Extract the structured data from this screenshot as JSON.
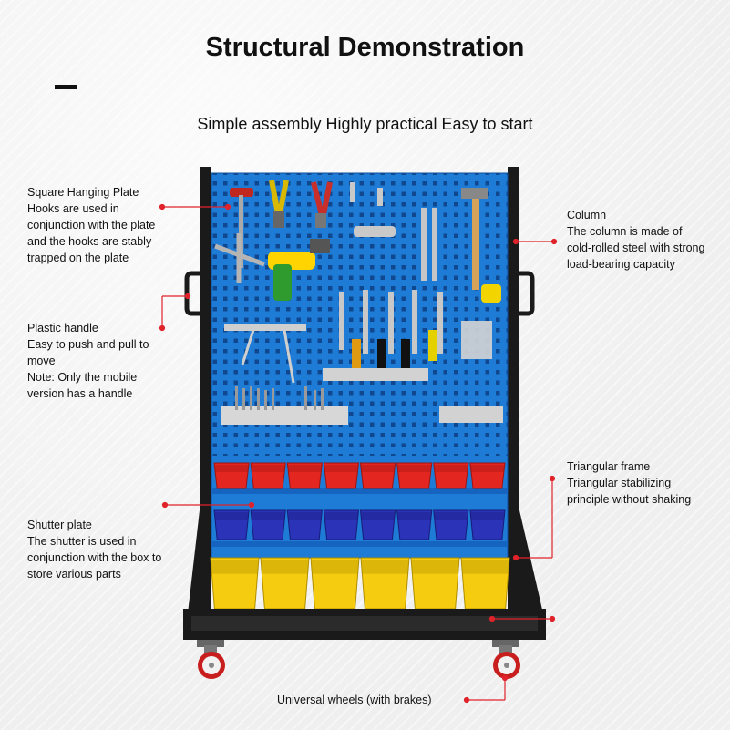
{
  "header": {
    "title": "Structural Demonstration",
    "subtitle": "Simple assembly  Highly practical  Easy to start"
  },
  "annotations": {
    "hanging_plate": {
      "heading": "Square Hanging Plate",
      "lines": [
        "Hooks are used in",
        "conjunction with the plate",
        "and the hooks are stably",
        "trapped on the plate"
      ]
    },
    "handle": {
      "heading": "Plastic handle",
      "lines": [
        "Easy to push and pull to",
        "move",
        "Note: Only the mobile",
        "version has a handle"
      ]
    },
    "shutter": {
      "heading": "Shutter plate",
      "lines": [
        "The shutter is used in",
        "conjunction with the box to",
        "store various parts"
      ]
    },
    "column": {
      "heading": "Column",
      "lines": [
        "The column is made of",
        "cold-rolled steel with strong",
        "load-bearing capacity"
      ]
    },
    "frame": {
      "heading": "Triangular frame",
      "lines": [
        "Triangular stabilizing",
        "principle without shaking"
      ]
    },
    "wheels": {
      "heading": "Universal wheels (with brakes)",
      "lines": []
    }
  },
  "colors": {
    "panel_blue": "#1e7bd6",
    "frame_black": "#1a1a1a",
    "bin_red": "#e3261f",
    "bin_blue": "#2b33b8",
    "bin_yellow": "#f5cc10",
    "leader_red": "#e0222a"
  }
}
